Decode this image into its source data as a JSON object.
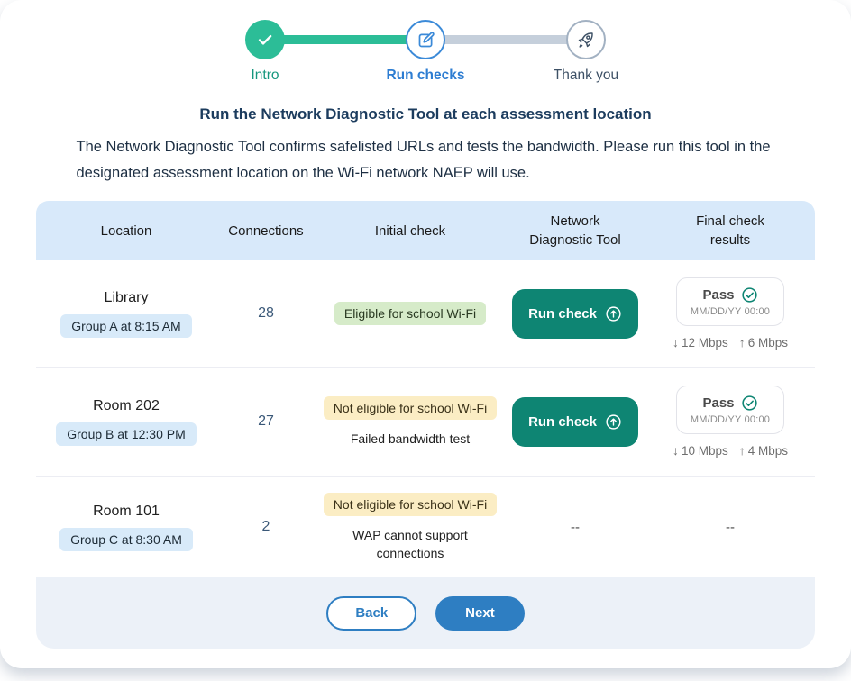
{
  "stepper": {
    "steps": [
      {
        "label": "Intro",
        "state": "complete",
        "icon": "check-icon"
      },
      {
        "label": "Run checks",
        "state": "active",
        "icon": "edit-icon"
      },
      {
        "label": "Thank you",
        "state": "upcoming",
        "icon": "rocket-icon"
      }
    ]
  },
  "page": {
    "heading": "Run the Network Diagnostic Tool at each assessment location",
    "description": "The Network Diagnostic Tool confirms safelisted URLs and tests the bandwidth. Please run this tool in the designated assessment location on the Wi-Fi network NAEP will use."
  },
  "icons": {
    "down_arrow": "↓",
    "up_arrow": "↑"
  },
  "table": {
    "columns": [
      "Location",
      "Connections",
      "Initial check",
      "Network Diagnostic Tool",
      "Final check results"
    ],
    "rows": [
      {
        "location": "Library",
        "group": "Group A at 8:15 AM",
        "connections": "28",
        "initial_badge": "Eligible for school Wi-Fi",
        "initial_note": "",
        "run_check_label": "Run check",
        "final_status": "Pass",
        "final_timestamp": "MM/DD/YY 00:00",
        "download": "12 Mbps",
        "upload": "6 Mbps"
      },
      {
        "location": "Room 202",
        "group": "Group B at 12:30 PM",
        "connections": "27",
        "initial_badge": "Not eligible for school Wi-Fi",
        "initial_note": "Failed bandwidth test",
        "run_check_label": "Run check",
        "final_status": "Pass",
        "final_timestamp": "MM/DD/YY 00:00",
        "download": "10 Mbps",
        "upload": "4 Mbps"
      },
      {
        "location": "Room 101",
        "group": "Group C at 8:30 AM",
        "connections": "2",
        "initial_badge": "Not eligible for school Wi-Fi",
        "initial_note": "WAP cannot support connections",
        "tool_placeholder": "--",
        "final_placeholder": "--"
      }
    ]
  },
  "footer": {
    "back_label": "Back",
    "next_label": "Next"
  },
  "colors": {
    "accent_teal": "#0E8573",
    "accent_blue": "#2E7EC2",
    "step_green": "#2CBD97",
    "step_active_blue": "#3B8AD8",
    "connector_gray": "#C5CFDB",
    "header_bg": "#D8E9FA",
    "group_badge_bg": "#D8EAF9",
    "eligible_bg": "#D6EBC9",
    "not_eligible_bg": "#FBEDC4",
    "footer_bg": "#ECF1F8"
  }
}
